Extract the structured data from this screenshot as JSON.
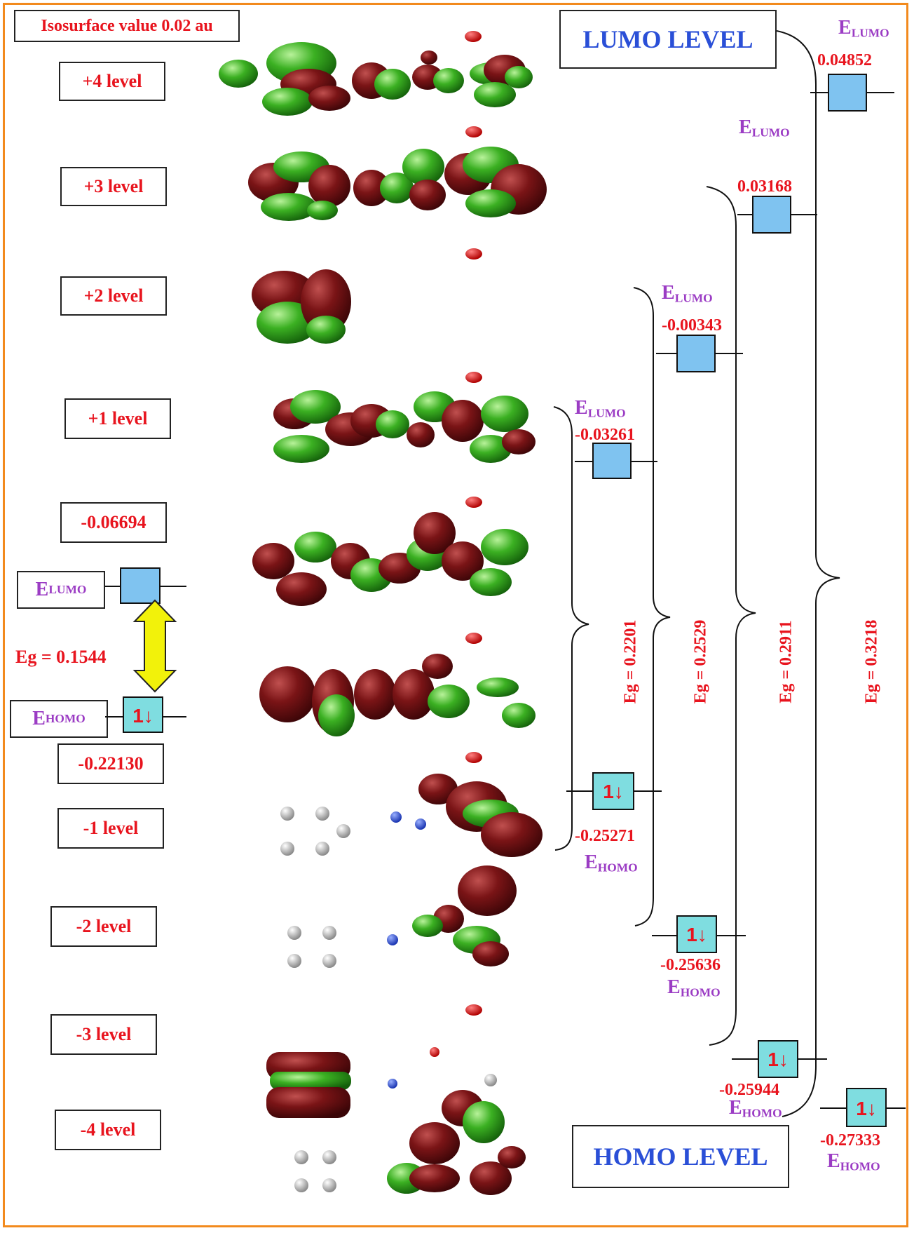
{
  "isosurface_label": "Isosurface value 0.02 au",
  "orbital_levels": [
    {
      "label": "+4 level"
    },
    {
      "label": "+3 level"
    },
    {
      "label": "+2 level"
    },
    {
      "label": "+1 level"
    },
    {
      "label": "-0.06694"
    },
    {
      "label": "-0.22130"
    },
    {
      "label": "-1 level"
    },
    {
      "label": "-2 level"
    },
    {
      "label": "-3 level"
    },
    {
      "label": "-4 level"
    }
  ],
  "left_diagram": {
    "lumo_label": "E",
    "lumo_sub": "LUMO",
    "homo_label": "E",
    "homo_sub": "HOMO",
    "gap_label": "Eg = 0.1544"
  },
  "titles": {
    "lumo_level": "LUMO LEVEL",
    "homo_level": "HOMO LEVEL"
  },
  "pairs": [
    {
      "lumo_value": "-0.03261",
      "homo_value": "-0.25271",
      "gap_label": "Eg = 0.2201"
    },
    {
      "lumo_value": "-0.00343",
      "homo_value": "-0.25636",
      "gap_label": "Eg = 0.2529"
    },
    {
      "lumo_value": "0.03168",
      "homo_value": "-0.25944",
      "gap_label": "Eg = 0.2911"
    },
    {
      "lumo_value": "0.04852",
      "homo_value": "-0.27333",
      "gap_label": "Eg = 0.3218"
    }
  ],
  "e_label": "E",
  "lumo_sub": "LUMO",
  "homo_sub": "HOMO",
  "electron_glyph": "1↓",
  "colors": {
    "lumo_box": "#7fc3f0",
    "homo_box": "#7fdde0",
    "orbital_green": "#2fa51c",
    "orbital_maroon": "#6b0f12",
    "arrow_yellow": "#f2f20a",
    "frame": "#f28a1d",
    "value_red": "#e8141e",
    "label_purple": "#9b3cc4",
    "title_blue": "#2a4fd7"
  }
}
